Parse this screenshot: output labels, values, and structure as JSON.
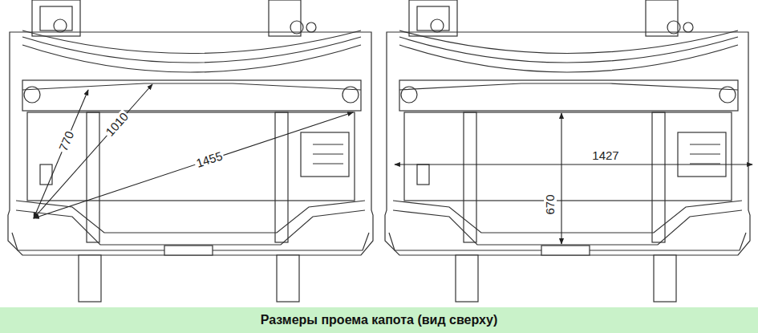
{
  "diagram": {
    "caption": "Размеры проема капота (вид сверху)",
    "labels": [
      "770",
      "1010",
      "1455",
      "1427",
      "670"
    ]
  }
}
